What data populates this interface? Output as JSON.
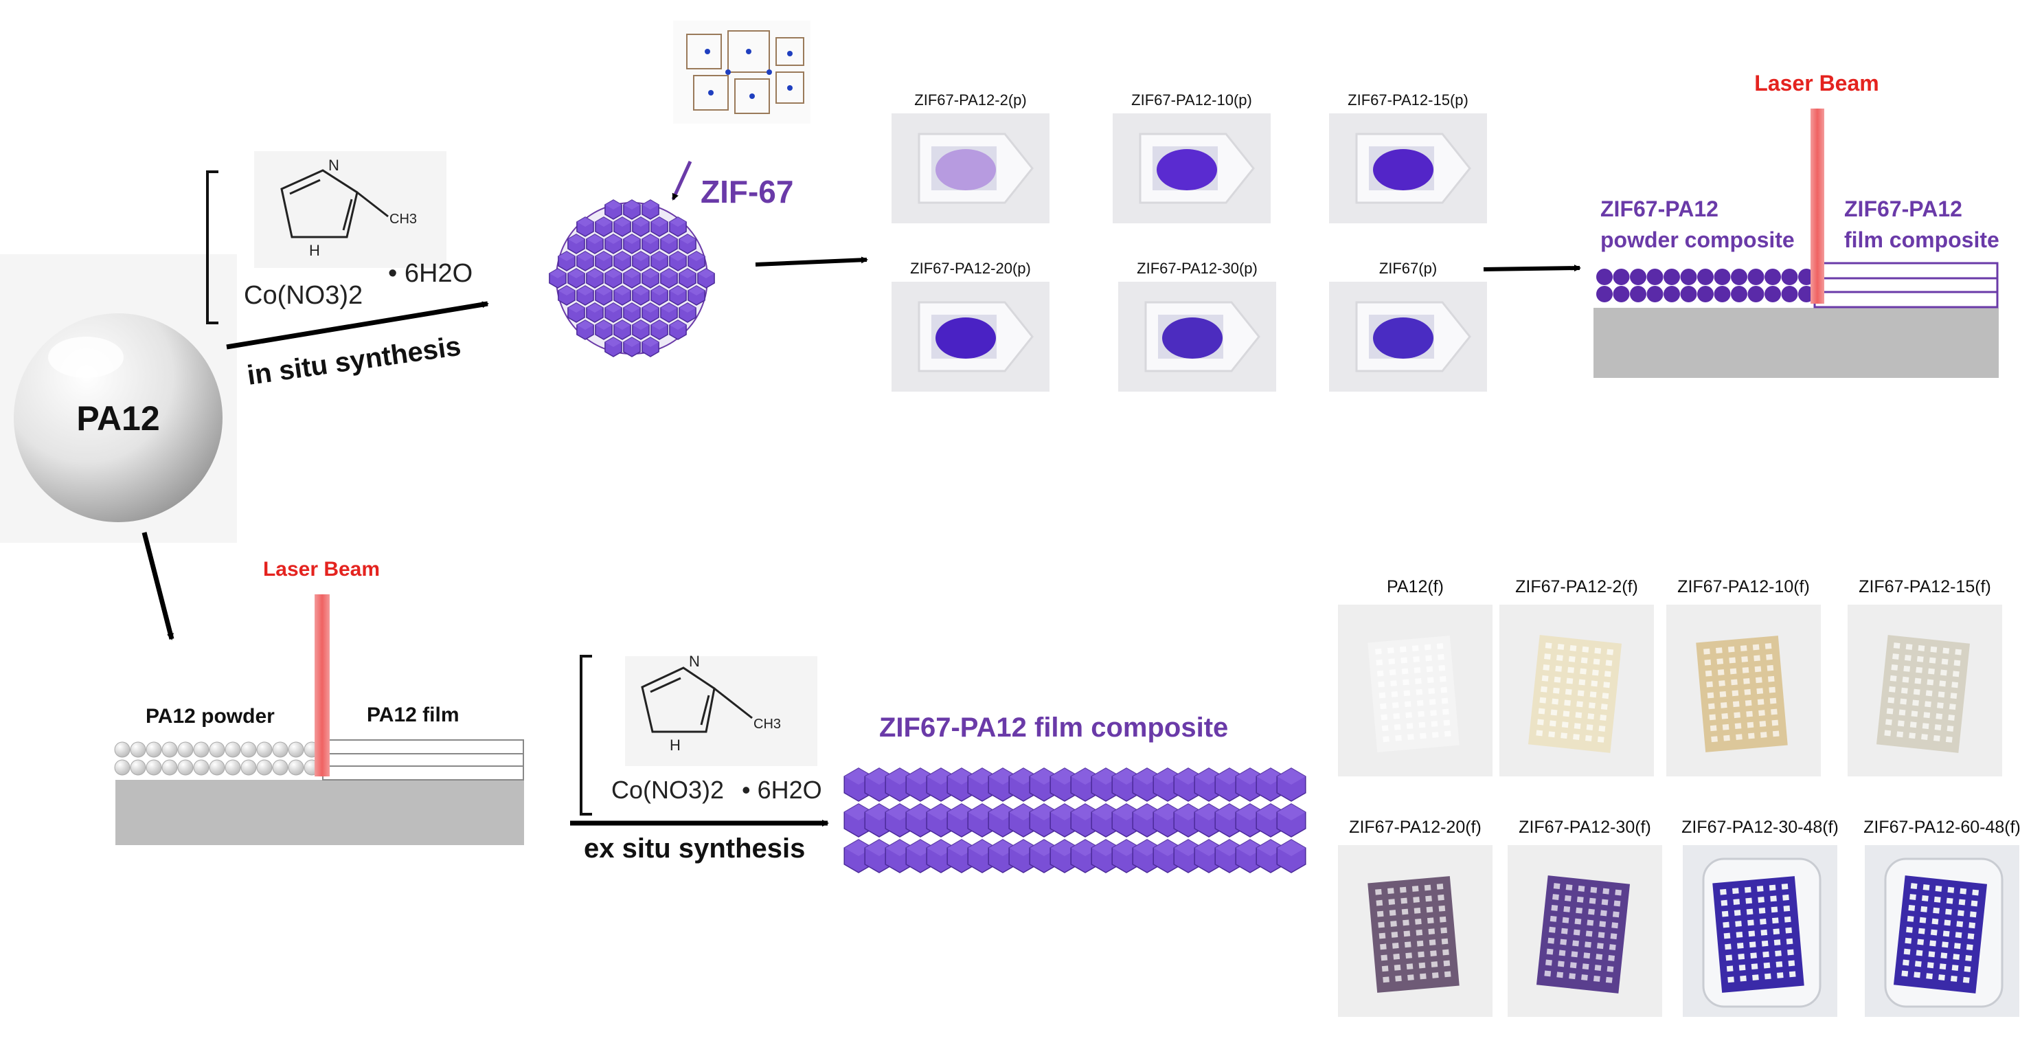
{
  "pa12": {
    "label": "PA12"
  },
  "top_route": {
    "reagent_nitrogen": "N",
    "reagent_nh": "H",
    "reagent_methyl": "CH3",
    "reagent_salt": "Co(NO3)2",
    "reagent_hydrate": "• 6H2O",
    "arrow_label": "in situ synthesis",
    "mof_label": "ZIF-67",
    "powder_photos": [
      {
        "label": "ZIF67-PA12-2(p)",
        "color": "#b79be0"
      },
      {
        "label": "ZIF67-PA12-10(p)",
        "color": "#5a2bd0"
      },
      {
        "label": "ZIF67-PA12-15(p)",
        "color": "#5325c8"
      },
      {
        "label": "ZIF67-PA12-20(p)",
        "color": "#4a22c4"
      },
      {
        "label": "ZIF67-PA12-30(p)",
        "color": "#4c2cbf"
      },
      {
        "label": "ZIF67(p)",
        "color": "#4a2cc2"
      }
    ],
    "laser_label": "Laser Beam",
    "powder_composite_label": [
      "ZIF67-PA12",
      "powder composite"
    ],
    "film_composite_label": [
      "ZIF67-PA12",
      "film composite"
    ]
  },
  "bottom_route": {
    "laser_label": "Laser Beam",
    "powder_label": "PA12 powder",
    "film_label": "PA12 film",
    "reagent_nitrogen": "N",
    "reagent_nh": "H",
    "reagent_methyl": "CH3",
    "reagent_salt": "Co(NO3)2",
    "reagent_hydrate": "• 6H2O",
    "arrow_label": "ex situ synthesis",
    "composite_label": "ZIF67-PA12 film composite",
    "film_photos": [
      {
        "label": "PA12(f)",
        "color": "#f4f4f4"
      },
      {
        "label": "ZIF67-PA12-2(f)",
        "color": "#ece3c6"
      },
      {
        "label": "ZIF67-PA12-10(f)",
        "color": "#dcc79a"
      },
      {
        "label": "ZIF67-PA12-15(f)",
        "color": "#d6d2c4"
      },
      {
        "label": "ZIF67-PA12-20(f)",
        "color": "#6e5a76"
      },
      {
        "label": "ZIF67-PA12-30(f)",
        "color": "#5a3f8e"
      },
      {
        "label": "ZIF67-PA12-30-48(f)",
        "color": "#3a2aa8"
      },
      {
        "label": "ZIF67-PA12-60-48(f)",
        "color": "#3a2aa8"
      }
    ]
  },
  "colors": {
    "purple": "#6a3aa8",
    "crystal": "#7a4fd6",
    "crystal_dark": "#4b2a99",
    "laser": "#f07a7a",
    "laser_text": "#e4231f",
    "substrate": "#b7b7b7"
  }
}
